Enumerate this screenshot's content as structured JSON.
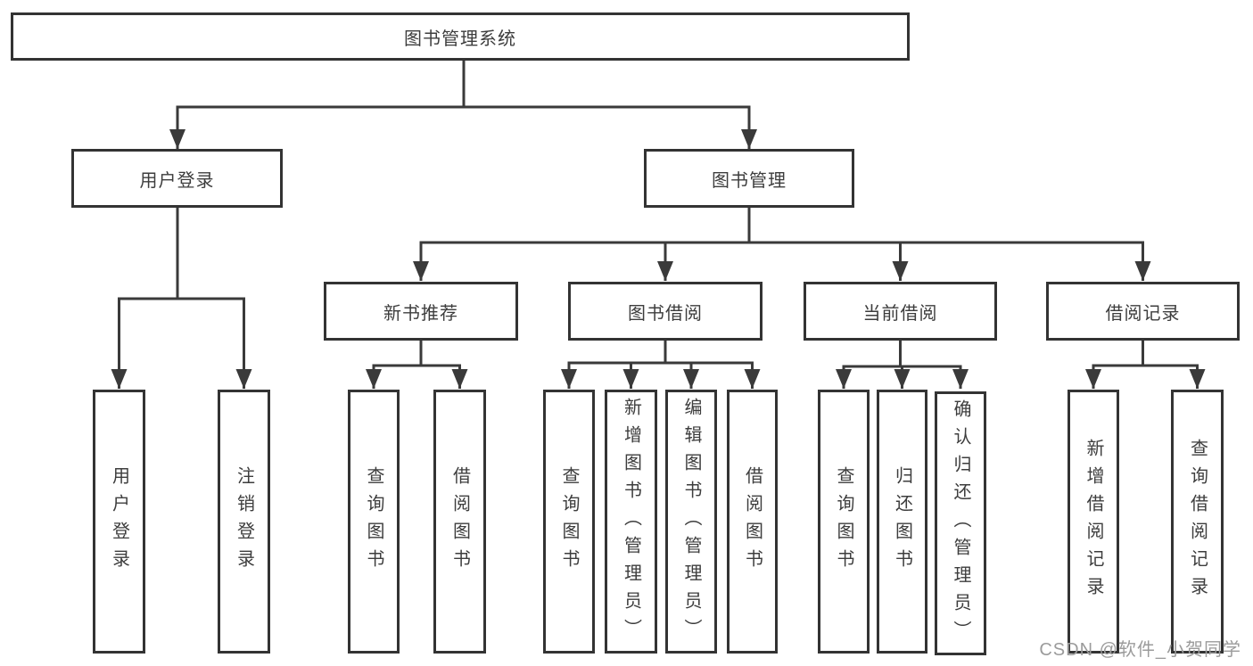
{
  "diagram": {
    "nodes": {
      "root": "图书管理系统",
      "login": "用户登录",
      "mgmt": "图书管理",
      "rec": "新书推荐",
      "borrow": "图书借阅",
      "current": "当前借阅",
      "records": "借阅记录",
      "login_user": "用户登录",
      "login_logout": "注销登录",
      "rec_query": "查询图书",
      "rec_borrow": "借阅图书",
      "borrow_query": "查询图书",
      "borrow_add": "新增图书（管理员）",
      "borrow_edit": "编辑图书（管理员）",
      "borrow_borrow": "借阅图书",
      "current_query": "查询图书",
      "current_return": "归还图书",
      "current_confirm": "确认归还（管理员）",
      "records_add": "新增借阅记录",
      "records_query": "查询借阅记录"
    },
    "watermark": "CSDN @软件_小贺同学",
    "colors": {
      "line": "#3a3a3a",
      "border": "#333333",
      "text": "#3d3d3d",
      "watermark": "#9b9b9b",
      "background": "#ffffff"
    }
  }
}
